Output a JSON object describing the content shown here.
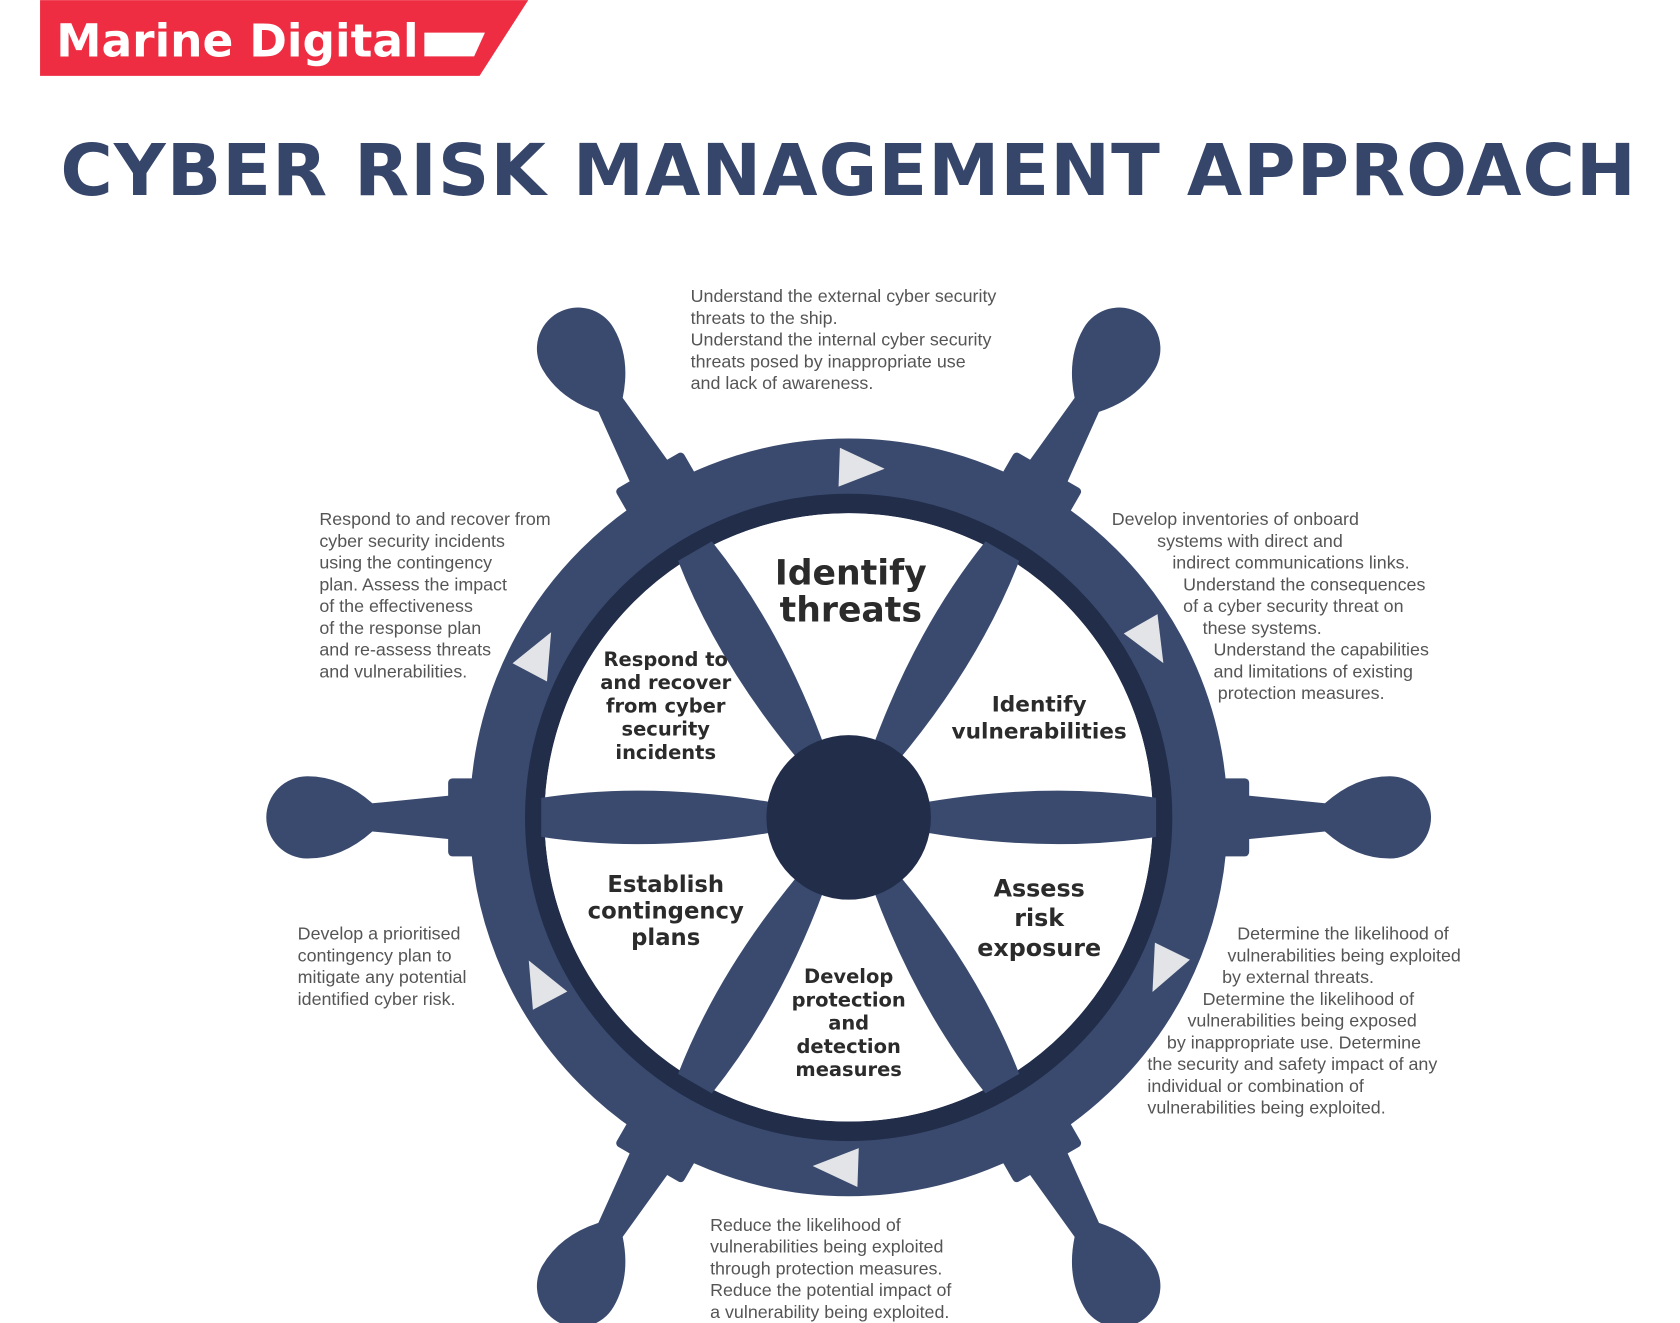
{
  "brand": {
    "name": "Marine Digital",
    "color": "#ee2d42"
  },
  "title": "CYBER RISK MANAGEMENT APPROACH",
  "colors": {
    "title": "#36456a",
    "wheel": "#3a4a6e",
    "wheel_dark": "#222d4a",
    "arrow": "#e2e4e8"
  },
  "segments": [
    {
      "label": [
        "Identify",
        "threats"
      ],
      "description": [
        "Understand the external cyber security",
        "threats to the ship.",
        "Understand the internal cyber security",
        "threats posed by inappropriate use",
        "and lack of awareness."
      ]
    },
    {
      "label": [
        "Identify",
        "vulnerabilities"
      ],
      "description": [
        "Develop inventories of onboard",
        "systems with direct and",
        "indirect communications links.",
        "Understand the consequences",
        "of a cyber security threat on",
        "these systems.",
        "Understand the capabilities",
        "and limitations of existing",
        "protection measures."
      ]
    },
    {
      "label": [
        "Assess",
        "risk",
        "exposure"
      ],
      "description": [
        "Determine the likelihood of",
        "vulnerabilities being exploited",
        "by external threats.",
        "Determine the likelihood of",
        "vulnerabilities being exposed",
        "by inappropriate use. Determine",
        "the security and safety impact of any",
        "individual or combination of",
        "vulnerabilities being exploited."
      ]
    },
    {
      "label": [
        "Develop",
        "protection",
        "and",
        "detection",
        "measures"
      ],
      "description": [
        "Reduce the likelihood of",
        "vulnerabilities being exploited",
        "through protection measures.",
        "Reduce the potential impact of",
        "a vulnerability being exploited."
      ]
    },
    {
      "label": [
        "Establish",
        "contingency",
        "plans"
      ],
      "description": [
        "Develop a prioritised",
        "contingency plan to",
        "mitigate any potential",
        "identified cyber risk."
      ]
    },
    {
      "label": [
        "Respond to",
        "and recover",
        "from cyber",
        "security",
        "incidents"
      ],
      "description": [
        "Respond to and recover from",
        "cyber security incidents",
        "using the contingency",
        "plan. Assess the impact",
        "of the effectiveness",
        "of the response plan",
        "and re-assess threats",
        "and vulnerabilities."
      ]
    }
  ]
}
